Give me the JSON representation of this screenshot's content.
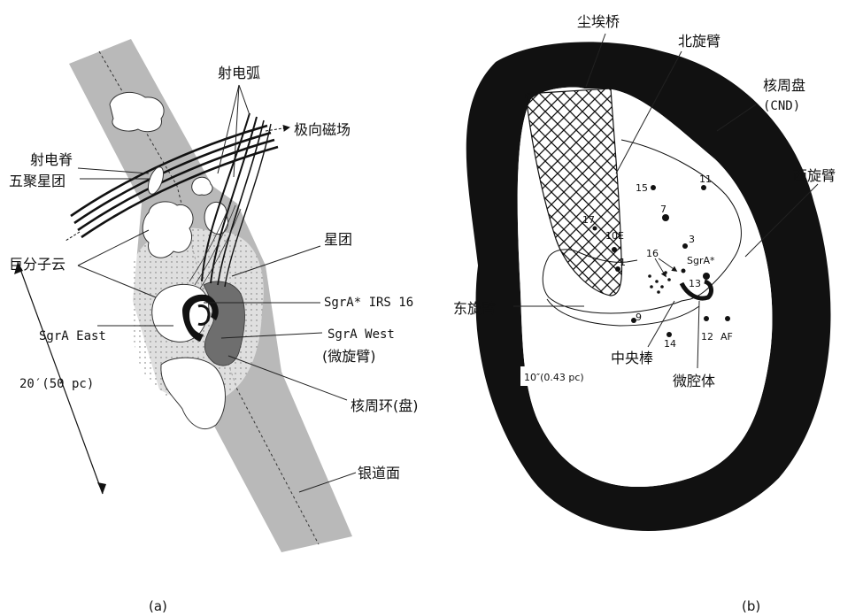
{
  "panel_a": {
    "caption": "(a)",
    "labels": {
      "radio_arc": "射电弧",
      "polar_field": "极向磁场",
      "radio_ridge": "射电脊",
      "quintuplet": "五聚星团",
      "giant_clouds": "巨分子云",
      "cluster": "星团",
      "sgra_irs16": "SgrA* IRS 16",
      "sgra_east": "SgrA East",
      "sgra_west": "SgrA West",
      "minispiral": "(微旋臂)",
      "cnr": "核周环(盘)",
      "galactic_plane": "银道面",
      "scale": "20′(50 pc)"
    }
  },
  "panel_b": {
    "caption": "(b)",
    "labels": {
      "dust_bridge": "尘埃桥",
      "north_arm": "北旋臂",
      "cnd": "核周盘",
      "cnd_abbr": "(CND)",
      "west_arm": "西旋臂",
      "east_arm": "东旋臂",
      "central_bar": "中央棒",
      "minicavity": "微腔体",
      "sgra": "SgrA*",
      "scale": "10″(0.43 pc)"
    },
    "sources": [
      {
        "id": "15"
      },
      {
        "id": "11"
      },
      {
        "id": "7"
      },
      {
        "id": "17"
      },
      {
        "id": "10E"
      },
      {
        "id": "3"
      },
      {
        "id": "16"
      },
      {
        "id": "1"
      },
      {
        "id": "13"
      },
      {
        "id": "9"
      },
      {
        "id": "14"
      },
      {
        "id": "12"
      },
      {
        "id": "AF"
      }
    ]
  },
  "colors": {
    "band_gray": "#b9b9b9",
    "dark_gray": "#6e6e6e",
    "black": "#111111"
  }
}
